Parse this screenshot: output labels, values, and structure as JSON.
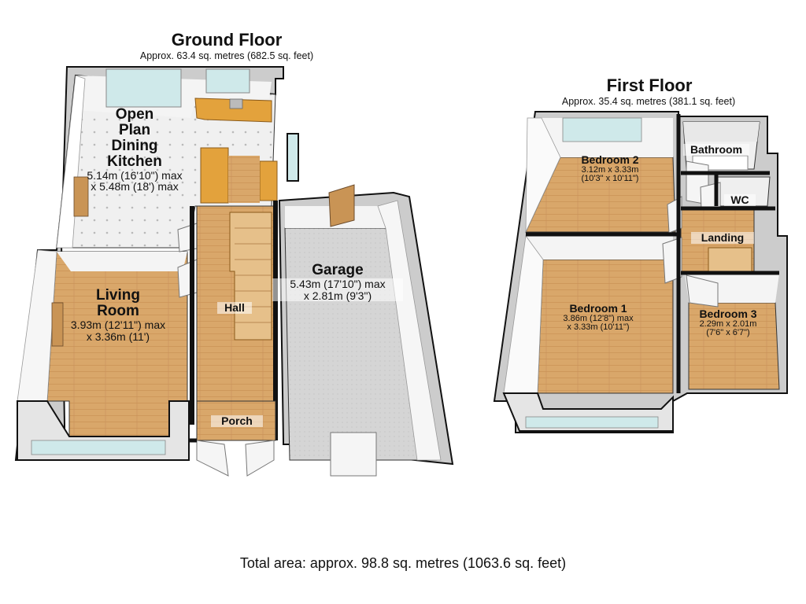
{
  "colors": {
    "wall": "#111111",
    "wall_top": "#cfcfcf",
    "floor_wood": "#d9a76a",
    "floor_wood_dark": "#c28a4c",
    "floor_tile": "#eeeeee",
    "floor_concrete": "#cfcfcf",
    "wall_face": "#f2f2f2",
    "window": "#cfe9ea",
    "counter": "#e3a23c"
  },
  "ground_floor": {
    "title": "Ground Floor",
    "area": "Approx. 63.4 sq. metres (682.5 sq. feet)",
    "rooms": {
      "kitchen": {
        "name_lines": [
          "Open",
          "Plan",
          "Dining",
          "Kitchen"
        ],
        "dim1": "5.14m (16'10\") max",
        "dim2": "x 5.48m (18') max"
      },
      "living": {
        "name_lines": [
          "Living",
          "Room"
        ],
        "dim1": "3.93m (12'11\") max",
        "dim2": "x 3.36m (11')"
      },
      "hall": {
        "name": "Hall"
      },
      "porch": {
        "name": "Porch"
      },
      "garage": {
        "name": "Garage",
        "dim1": "5.43m (17'10\") max",
        "dim2": "x 2.81m (9'3\")"
      }
    }
  },
  "first_floor": {
    "title": "First Floor",
    "area": "Approx. 35.4 sq. metres (381.1 sq. feet)",
    "rooms": {
      "bedroom2": {
        "name": "Bedroom 2",
        "dim1": "3.12m x 3.33m",
        "dim2": "(10'3\" x 10'11\")"
      },
      "bathroom": {
        "name": "Bathroom"
      },
      "wc": {
        "name": "WC"
      },
      "landing": {
        "name": "Landing"
      },
      "bedroom1": {
        "name": "Bedroom 1",
        "dim1": "3.86m (12'8\") max",
        "dim2": "x 3.33m (10'11\")"
      },
      "bedroom3": {
        "name": "Bedroom 3",
        "dim1": "2.29m x 2.01m",
        "dim2": "(7'6\" x 6'7\")"
      }
    }
  },
  "total_area": "Total area: approx. 98.8 sq. metres (1063.6 sq. feet)"
}
